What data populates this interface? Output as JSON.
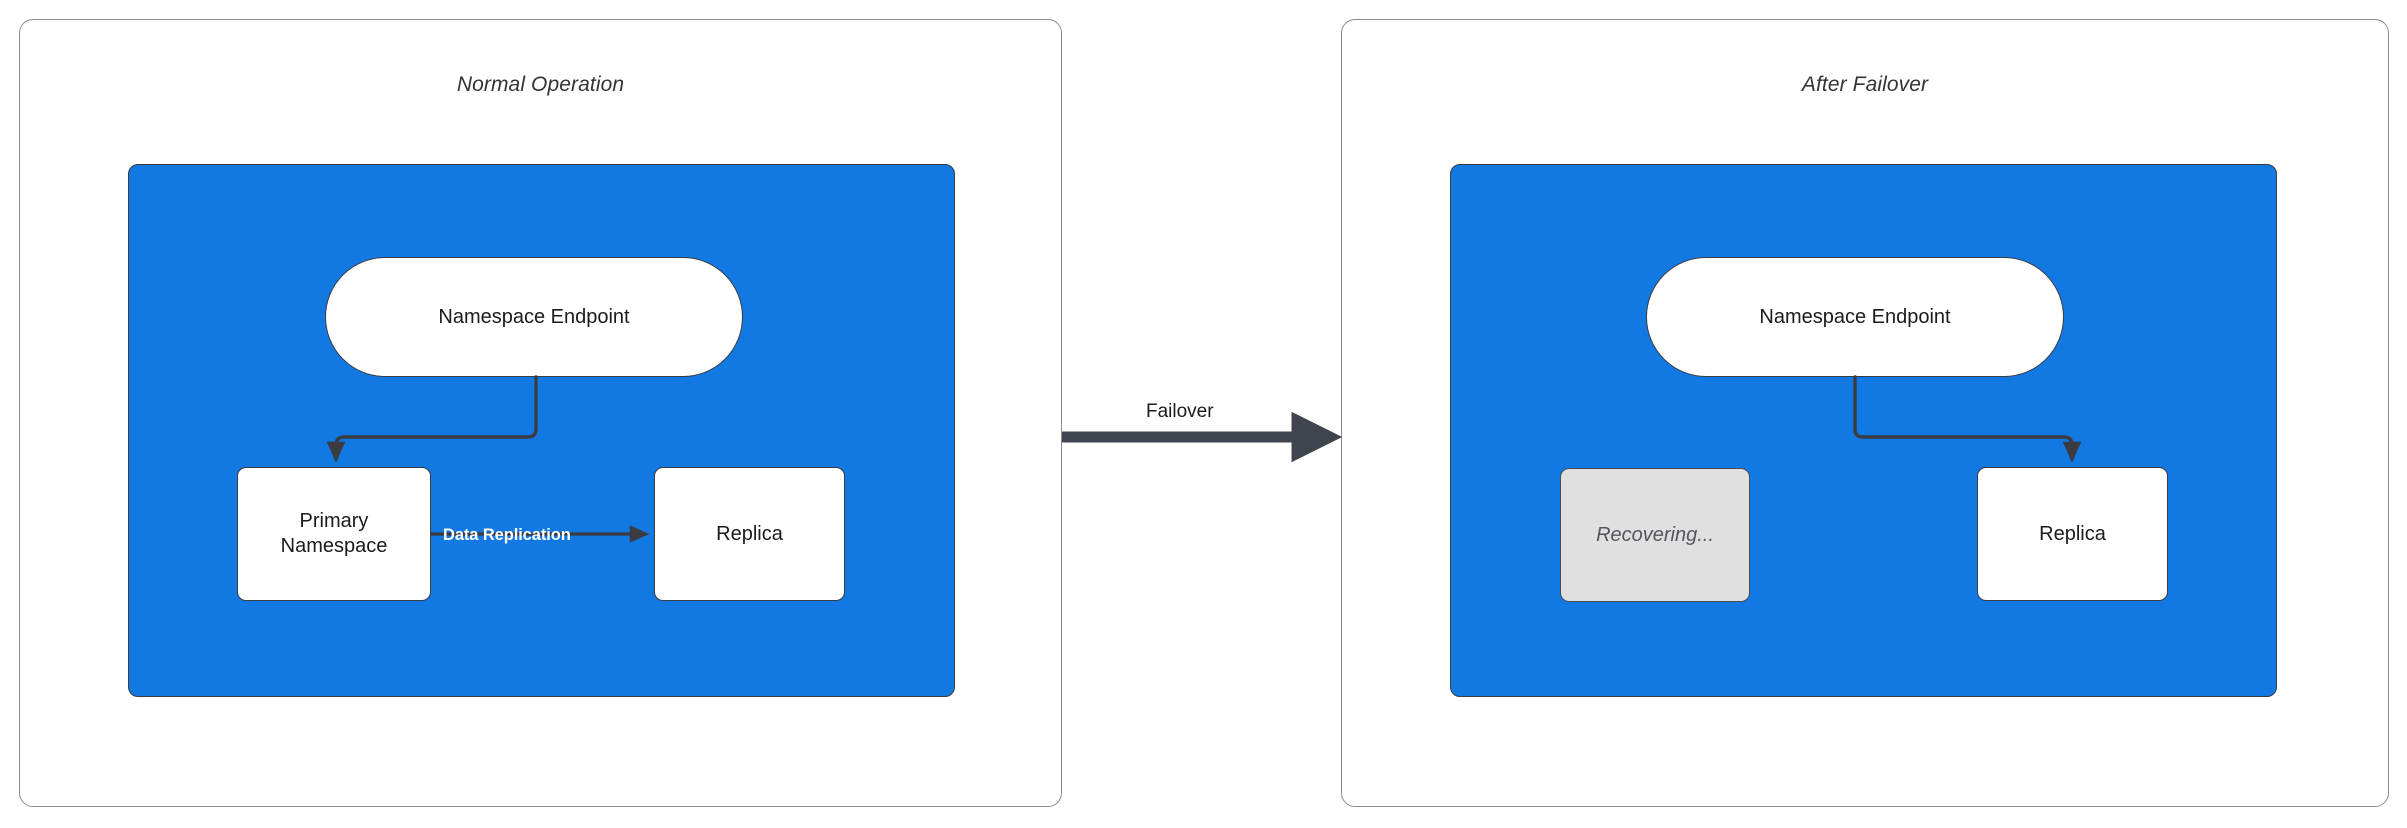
{
  "diagram": {
    "title_left": "Normal Operation",
    "title_right": "After Failover",
    "colors": {
      "region_blue": "#1279e3",
      "node_white": "#ffffff",
      "node_muted": "#e0e0e0",
      "stroke_dark": "#3b3b42",
      "panel_border": "#8b8b92",
      "label_on_blue": "#ffffff"
    }
  },
  "left_panel": {
    "title": "Normal Operation",
    "nodes": {
      "endpoint": "Namespace Endpoint",
      "primary": "Primary\nNamespace",
      "primary_line1": "Primary",
      "primary_line2": "Namespace",
      "replica": "Replica"
    },
    "edges": {
      "endpoint_to_primary": "",
      "primary_to_replica": "Data Replication"
    }
  },
  "transition": {
    "label": "Failover",
    "direction": "left-to-right"
  },
  "right_panel": {
    "title": "After Failover",
    "nodes": {
      "endpoint": "Namespace Endpoint",
      "recovering": "Recovering...",
      "replica": "Replica"
    },
    "edges": {
      "endpoint_to_replica": ""
    }
  }
}
